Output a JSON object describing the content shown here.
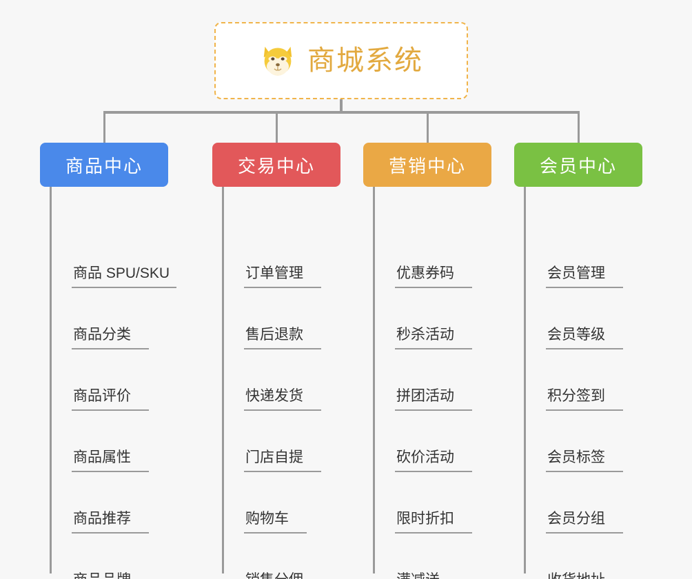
{
  "page": {
    "background": "#f7f7f7",
    "type": "mind-map"
  },
  "root": {
    "title": "商城系统",
    "icon": "shiba-dog-face-emoji",
    "border_color": "#f0b44a",
    "text_color": "#e2a93f",
    "background": "#ffffff"
  },
  "connector": {
    "color": "#9a9a9a"
  },
  "columns": [
    {
      "title": "商品中心",
      "color": "#4a89ea",
      "items": [
        "商品 SPU/SKU",
        "商品分类",
        "商品评价",
        "商品属性",
        "商品推荐",
        "商品品牌"
      ]
    },
    {
      "title": "交易中心",
      "color": "#e2585a",
      "items": [
        "订单管理",
        "售后退款",
        "快递发货",
        "门店自提",
        "购物车",
        "销售分佣"
      ]
    },
    {
      "title": "营销中心",
      "color": "#eaa845",
      "items": [
        "优惠券码",
        "秒杀活动",
        "拼团活动",
        "砍价活动",
        "限时折扣",
        "满减送"
      ]
    },
    {
      "title": "会员中心",
      "color": "#7ac143",
      "items": [
        "会员管理",
        "会员等级",
        "积分签到",
        "会员标签",
        "会员分组",
        "收货地址"
      ]
    }
  ]
}
